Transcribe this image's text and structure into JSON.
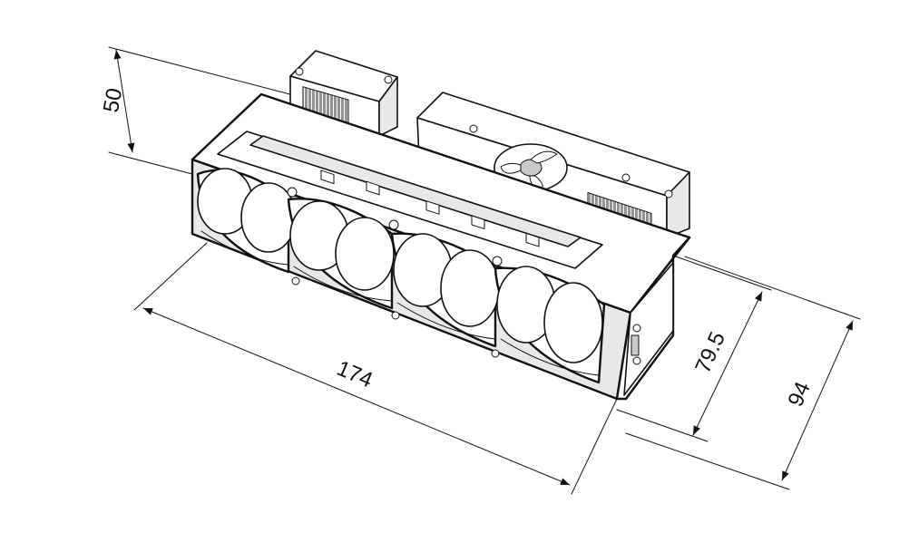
{
  "diagram": {
    "line_color": "#111111",
    "background": "#ffffff",
    "dimensions": {
      "length": "174",
      "height_back": "50",
      "height_front": "79.5",
      "height_total": "94"
    }
  }
}
